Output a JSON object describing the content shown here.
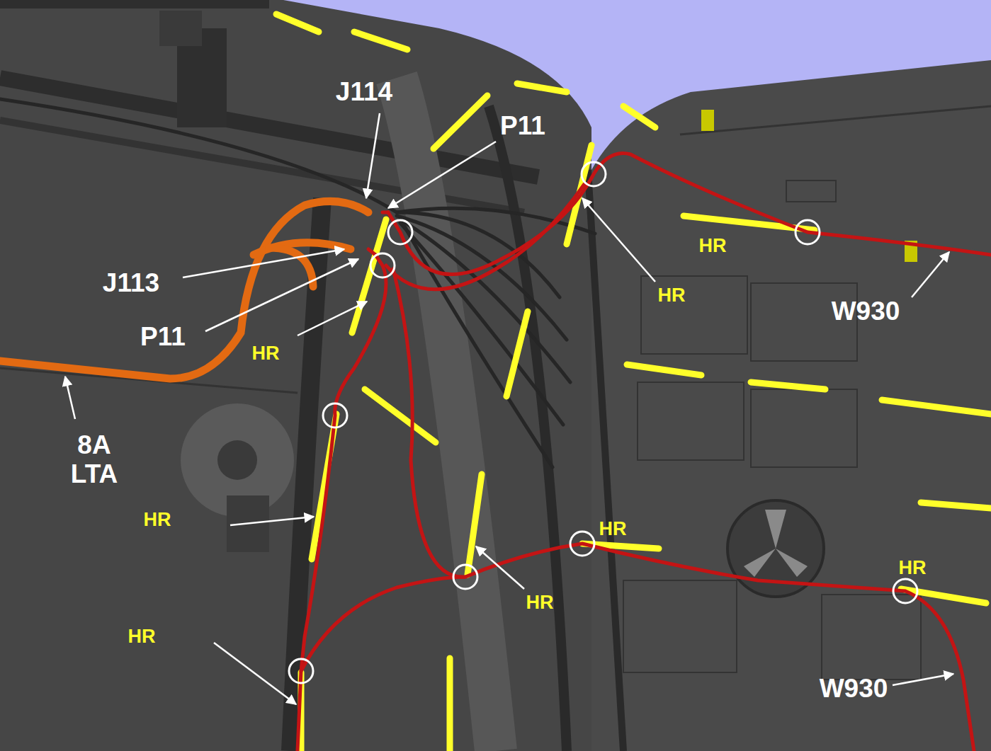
{
  "diagram": {
    "labels": [
      "J114",
      "P11",
      "HR",
      "J113",
      "HR",
      "W930",
      "P11",
      "HR",
      "8A LTA",
      "HR",
      "HR",
      "HR",
      "HR",
      "HR",
      "W930"
    ]
  }
}
